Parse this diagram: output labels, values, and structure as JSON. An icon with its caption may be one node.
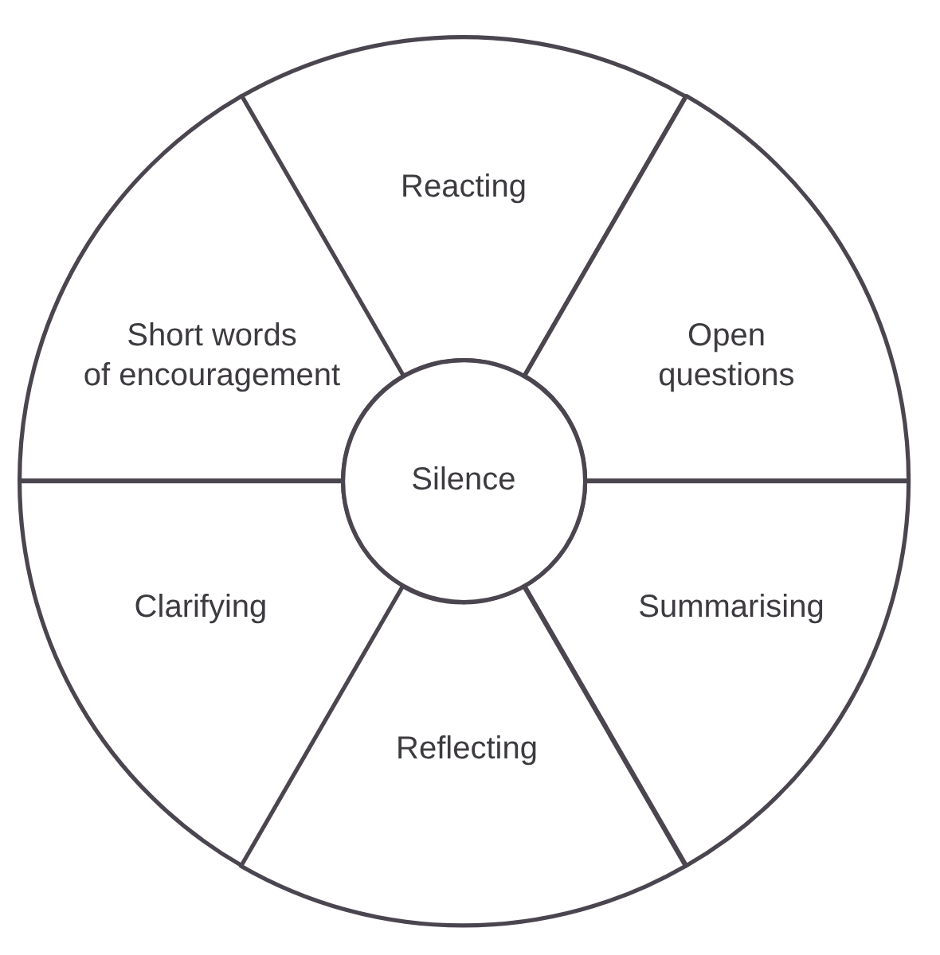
{
  "diagram": {
    "nodes": [
      {
        "text": [
          "Reacting"
        ]
      },
      {
        "text": [
          "Short words of encouragement"
        ]
      },
      {
        "text": [
          "Open questions"
        ]
      },
      {
        "text": [
          "Silence"
        ]
      },
      {
        "text": [
          "Clarifying"
        ]
      },
      {
        "text": [
          "Summarising"
        ]
      },
      {
        "text": [
          "Reflecting"
        ]
      }
    ]
  }
}
